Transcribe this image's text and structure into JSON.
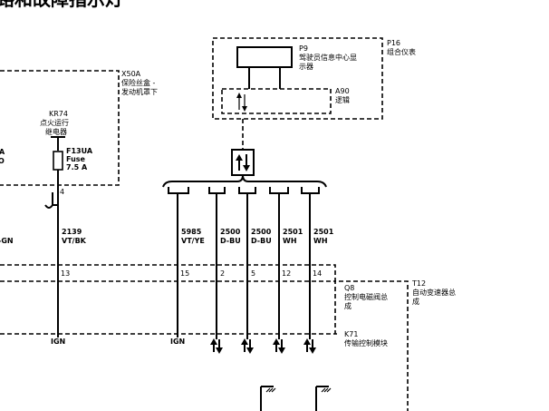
{
  "title_fragment": "路和故障指示灯",
  "p16": {
    "id": "P16",
    "name": "组合仪表"
  },
  "p9": {
    "id": "P9",
    "name_line1": "驾驶员信息中心显",
    "name_line2": "示器"
  },
  "a90": {
    "id": "A90",
    "name": "逻辑"
  },
  "x50a": {
    "id": "X50A",
    "name_line1": "保险丝盒 -",
    "name_line2": "发动机罩下"
  },
  "kr74": {
    "id": "KR74",
    "name_line1": "点火运行",
    "name_line2": "继电器"
  },
  "fuse": {
    "line1": "F13UA",
    "line2": "Fuse",
    "line3": "7.5 A"
  },
  "left_labels": {
    "a": "A",
    "o": "O",
    "gn": "-GN"
  },
  "pin_4": "4",
  "wire_2139": {
    "num": "2139",
    "color": "VT/BK"
  },
  "wires": [
    {
      "num": "5985",
      "color": "VT/YE",
      "pin": "15"
    },
    {
      "num": "2500",
      "color": "D-BU",
      "pin": "2"
    },
    {
      "num": "2500",
      "color": "D-BU",
      "pin": "5"
    },
    {
      "num": "2501",
      "color": "WH",
      "pin": "12"
    },
    {
      "num": "2501",
      "color": "WH",
      "pin": "14"
    }
  ],
  "pin_13": "13",
  "t12": {
    "id": "T12",
    "name_line1": "自动变速器总",
    "name_line2": "成"
  },
  "q8": {
    "id": "Q8",
    "name_line1": "控制电磁阀总",
    "name_line2": "成"
  },
  "k71": {
    "id": "K71",
    "name": "传输控制模块"
  },
  "ign_left": "IGN",
  "ign_right": "IGN"
}
